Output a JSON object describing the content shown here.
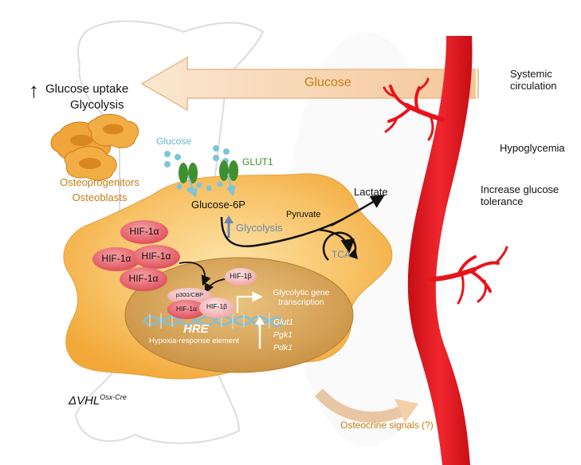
{
  "labels": {
    "glucose_arrow": "Glucose",
    "systemic_circulation": "Systemic\ncirculation",
    "hypoglycemia": "Hypoglycemia",
    "increase_tolerance": "Increase glucose\ntolerance",
    "glucose_uptake": "Glucose uptake",
    "glycolysis_top": "Glycolysis",
    "up_arrow_glyph": "↑",
    "osteo_cells": "Osteoprogenitors\nOsteoblasts",
    "glucose_small": "Glucose",
    "glut1": "GLUT1",
    "glucose6p": "Glucose-6P",
    "lactate": "Lactate",
    "pyruvate": "Pyruvate",
    "glycolysis_cell": "Glycolysis",
    "tca": "TCA",
    "hif1a_1": "HIF-1α",
    "hif1a_2": "HIF-1α",
    "hif1a_3": "HIF-1α",
    "hif1a_4": "HIF-1α",
    "hif1b_free": "HIF-1β",
    "p300": "p300/CBP",
    "hif1a_complex": "HIF-1α",
    "hif1b_complex": "HIF-1β",
    "hre": "HRE",
    "hre_caption": "Hypoxia-response element",
    "glycolytic_gene": "Glycolytic gene\ntranscription",
    "genes": "Glut1\nPgk1\nPdk1",
    "vhl_main": "ΔVHL",
    "vhl_sup": "Osx-Cre",
    "osteocrine": "Osteocrine signals (?)"
  },
  "colors": {
    "vessel": "#e8141c",
    "cell_fill": "#f6b54a",
    "nucleus_fill": "#d9a054",
    "hif_red": "#e5636a",
    "hif_pink": "#f5b5b5",
    "glut1_green": "#3f8f2e",
    "glucose_dot": "#7ec4d8",
    "orange_text": "#c77d13",
    "arrow_peach": "#f9d8b5",
    "tca_blue": "#6a88b5"
  }
}
